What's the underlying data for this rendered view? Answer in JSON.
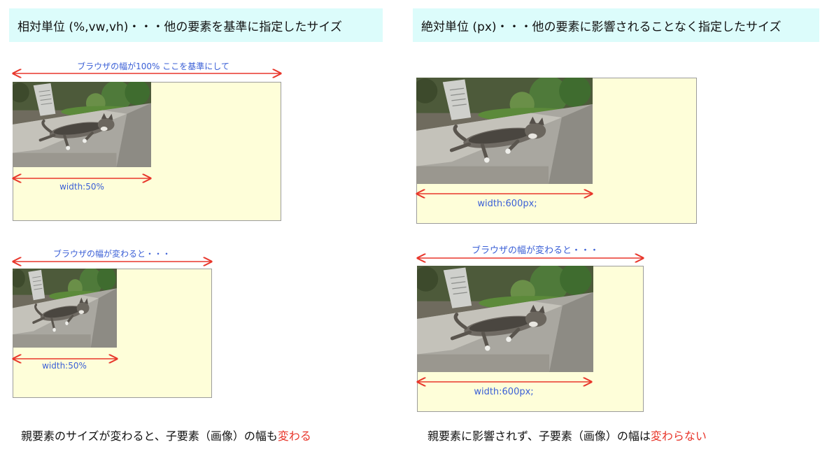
{
  "left": {
    "header": "相対単位 (%,vw,vh)・・・他の要素を基準に指定したサイズ",
    "top_arrow_label": "ブラウザの幅が100% ここを基準にして",
    "top_width_label": "width:50%",
    "bottom_arrow_label": "ブラウザの幅が変わると・・・",
    "bottom_width_label": "width:50%",
    "caption_prefix": "親要素のサイズが変わると、子要素（画像）の幅も",
    "caption_highlight": "変わる"
  },
  "right": {
    "header": "絶対単位 (px)・・・他の要素に影響されることなく指定したサイズ",
    "top_width_label": "width:600px;",
    "bottom_arrow_label": "ブラウザの幅が変わると・・・",
    "bottom_width_label": "width:600px;",
    "caption_prefix": "親要素に影響されず、子要素（画像）の幅は",
    "caption_highlight": "変わらない"
  },
  "colors": {
    "header_bg": "#dcfcfb",
    "box_bg": "#fefed9",
    "arrow": "#e8362b",
    "label": "#3a5fd6",
    "highlight": "#e8362b"
  },
  "image": {
    "subject": "cat-sleeping-on-stone-wall"
  }
}
